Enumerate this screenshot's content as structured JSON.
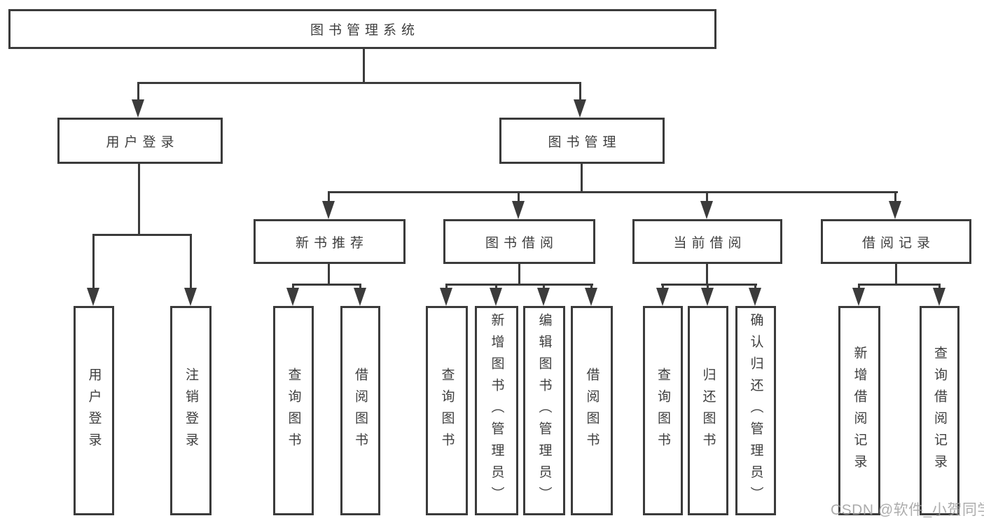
{
  "diagram": {
    "root": {
      "label": "图书管理系统"
    },
    "branches": [
      {
        "label": "用户登录",
        "children": [
          {
            "label": "用户登录"
          },
          {
            "label": "注销登录"
          }
        ]
      },
      {
        "label": "图书管理",
        "children": [
          {
            "label": "新书推荐",
            "children": [
              {
                "label": "查询图书"
              },
              {
                "label": "借阅图书"
              }
            ]
          },
          {
            "label": "图书借阅",
            "children": [
              {
                "label": "查询图书"
              },
              {
                "label": "新增图书（管理员）"
              },
              {
                "label": "编辑图书（管理员）"
              },
              {
                "label": "借阅图书"
              }
            ]
          },
          {
            "label": "当前借阅",
            "children": [
              {
                "label": "查询图书"
              },
              {
                "label": "归还图书"
              },
              {
                "label": "确认归还（管理员）"
              }
            ]
          },
          {
            "label": "借阅记录",
            "children": [
              {
                "label": "新增借阅记录"
              },
              {
                "label": "查询借阅记录"
              }
            ]
          }
        ]
      }
    ]
  },
  "watermark": {
    "text": "CSDN @软件_小贺同学"
  },
  "colors": {
    "line": "#3b3b3b",
    "text": "#3e3e3e",
    "watermark": "#9e9e9e",
    "background": "#ffffff"
  }
}
